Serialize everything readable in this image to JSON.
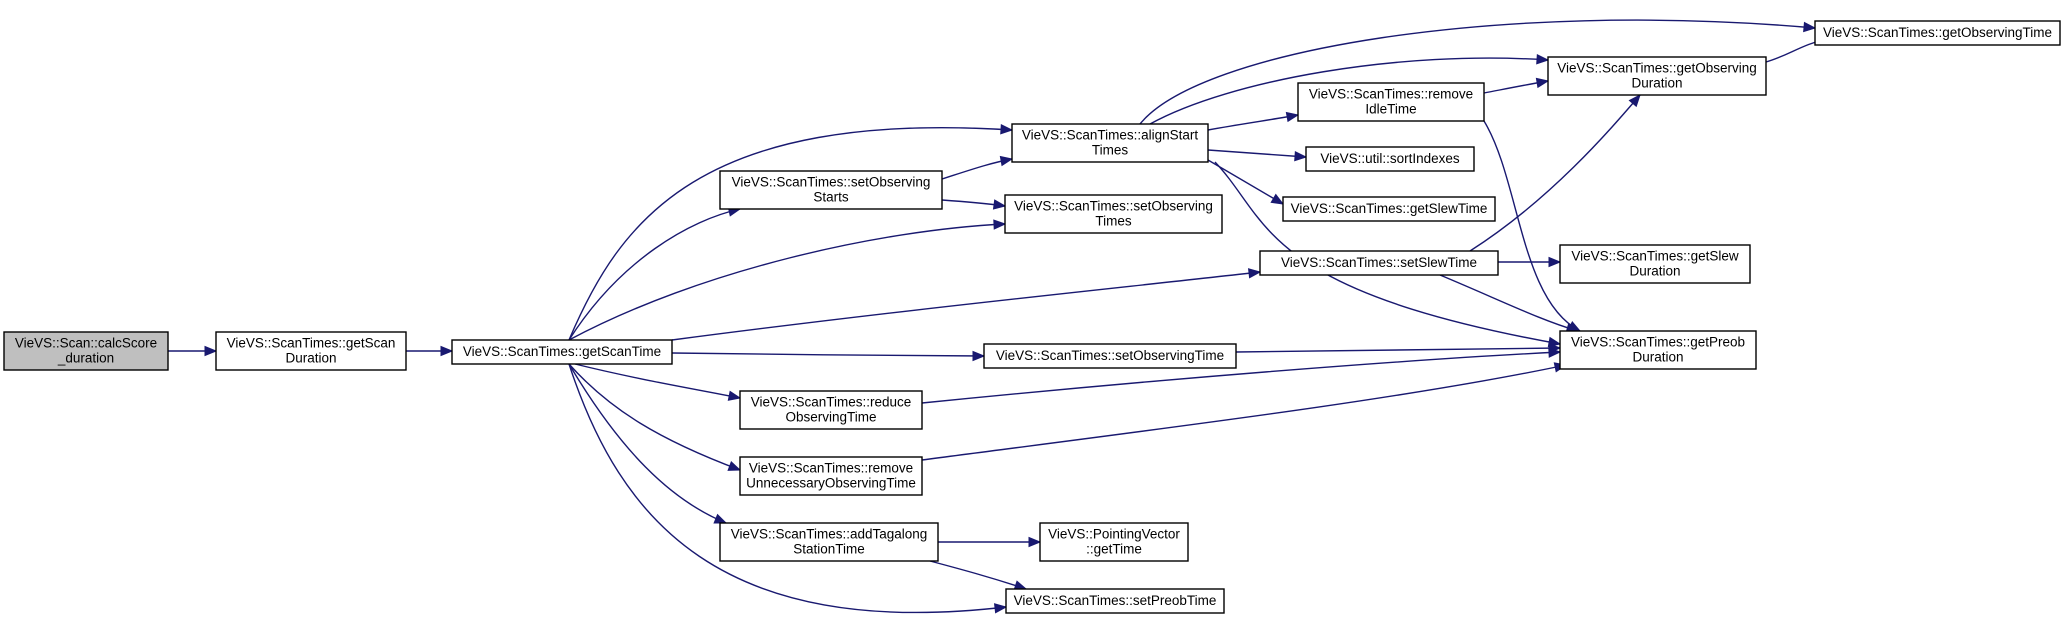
{
  "colors": {
    "edge": "#191970",
    "node_fill": "#ffffff",
    "root_fill": "#bfbfbf",
    "node_border": "#000000"
  },
  "nodes": [
    {
      "id": "calcScore",
      "lines": [
        "VieVS::Scan::calcScore",
        "_duration"
      ],
      "root": true
    },
    {
      "id": "getScanDuration",
      "lines": [
        "VieVS::ScanTimes::getScan",
        "Duration"
      ]
    },
    {
      "id": "getScanTime",
      "lines": [
        "VieVS::ScanTimes::getScanTime"
      ]
    },
    {
      "id": "alignStartTimes",
      "lines": [
        "VieVS::ScanTimes::alignStart",
        "Times"
      ]
    },
    {
      "id": "setObservingStarts",
      "lines": [
        "VieVS::ScanTimes::setObserving",
        "Starts"
      ]
    },
    {
      "id": "setObservingTimes",
      "lines": [
        "VieVS::ScanTimes::setObserving",
        "Times"
      ]
    },
    {
      "id": "setSlewTime",
      "lines": [
        "VieVS::ScanTimes::setSlewTime"
      ]
    },
    {
      "id": "setObservingTime",
      "lines": [
        "VieVS::ScanTimes::setObservingTime"
      ]
    },
    {
      "id": "reduceObservingTime",
      "lines": [
        "VieVS::ScanTimes::reduce",
        "ObservingTime"
      ]
    },
    {
      "id": "removeUnnecessary",
      "lines": [
        "VieVS::ScanTimes::remove",
        "UnnecessaryObservingTime"
      ]
    },
    {
      "id": "addTagalong",
      "lines": [
        "VieVS::ScanTimes::addTagalong",
        "StationTime"
      ]
    },
    {
      "id": "setPreobTime",
      "lines": [
        "VieVS::ScanTimes::setPreobTime"
      ]
    },
    {
      "id": "getTime",
      "lines": [
        "VieVS::PointingVector",
        "::getTime"
      ]
    },
    {
      "id": "removeIdleTime",
      "lines": [
        "VieVS::ScanTimes::remove",
        "IdleTime"
      ]
    },
    {
      "id": "sortIndexes",
      "lines": [
        "VieVS::util::sortIndexes"
      ]
    },
    {
      "id": "getSlewTime",
      "lines": [
        "VieVS::ScanTimes::getSlewTime"
      ]
    },
    {
      "id": "getObservingDuration",
      "lines": [
        "VieVS::ScanTimes::getObserving",
        "Duration"
      ]
    },
    {
      "id": "getObservingTime",
      "lines": [
        "VieVS::ScanTimes::getObservingTime"
      ]
    },
    {
      "id": "getSlewDuration",
      "lines": [
        "VieVS::ScanTimes::getSlew",
        "Duration"
      ]
    },
    {
      "id": "getPreobDuration",
      "lines": [
        "VieVS::ScanTimes::getPreob",
        "Duration"
      ]
    }
  ],
  "edges": [
    [
      "calcScore",
      "getScanDuration"
    ],
    [
      "getScanDuration",
      "getScanTime"
    ],
    [
      "getScanTime",
      "alignStartTimes"
    ],
    [
      "getScanTime",
      "setObservingStarts"
    ],
    [
      "getScanTime",
      "setObservingTimes"
    ],
    [
      "getScanTime",
      "setSlewTime"
    ],
    [
      "getScanTime",
      "setObservingTime"
    ],
    [
      "getScanTime",
      "reduceObservingTime"
    ],
    [
      "getScanTime",
      "removeUnnecessary"
    ],
    [
      "getScanTime",
      "addTagalong"
    ],
    [
      "getScanTime",
      "setPreobTime"
    ],
    [
      "alignStartTimes",
      "getObservingTime"
    ],
    [
      "alignStartTimes",
      "getObservingDuration"
    ],
    [
      "alignStartTimes",
      "removeIdleTime"
    ],
    [
      "alignStartTimes",
      "sortIndexes"
    ],
    [
      "alignStartTimes",
      "getSlewTime"
    ],
    [
      "alignStartTimes",
      "getPreobDuration"
    ],
    [
      "setObservingStarts",
      "alignStartTimes"
    ],
    [
      "setObservingStarts",
      "setObservingTimes"
    ],
    [
      "removeIdleTime",
      "getObservingDuration"
    ],
    [
      "removeIdleTime",
      "getPreobDuration"
    ],
    [
      "getObservingDuration",
      "getObservingTime"
    ],
    [
      "setSlewTime",
      "getObservingDuration"
    ],
    [
      "setSlewTime",
      "getSlewDuration"
    ],
    [
      "setSlewTime",
      "getPreobDuration"
    ],
    [
      "setObservingTime",
      "getPreobDuration"
    ],
    [
      "reduceObservingTime",
      "getPreobDuration"
    ],
    [
      "removeUnnecessary",
      "getPreobDuration"
    ],
    [
      "addTagalong",
      "getTime"
    ],
    [
      "addTagalong",
      "setPreobTime"
    ]
  ]
}
